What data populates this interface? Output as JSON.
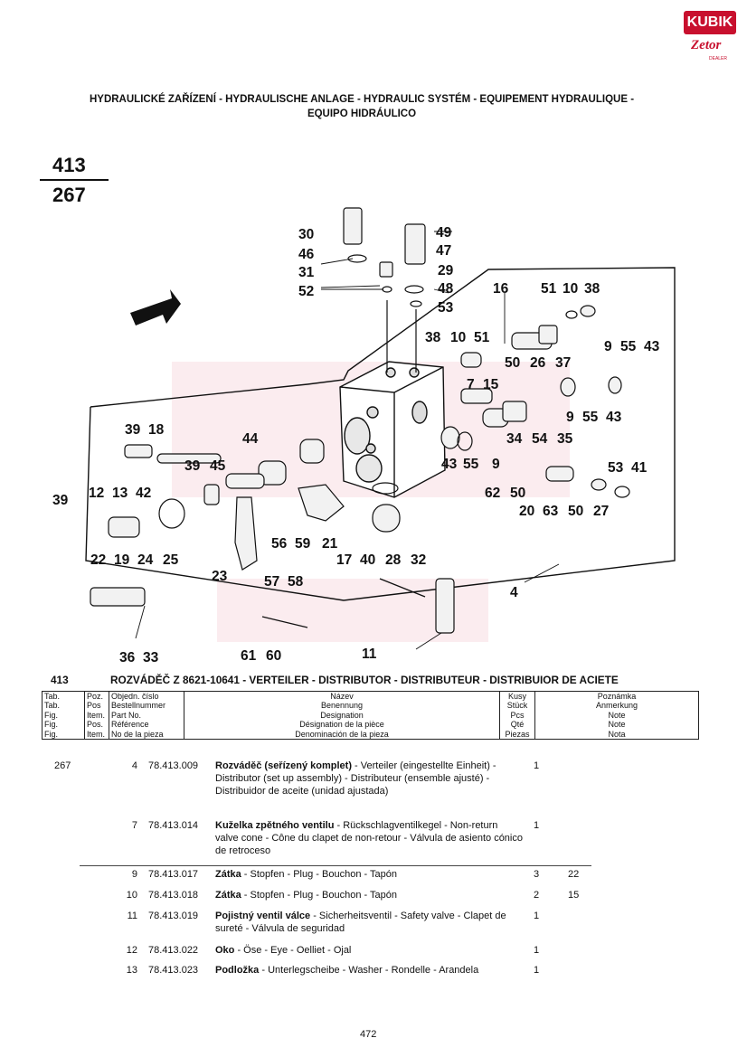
{
  "header": {
    "line1": "HYDRAULICKÉ ZAŘÍZENÍ - HYDRAULISCHE ANLAGE - HYDRAULIC SYSTÉM - EQUIPEMENT HYDRAULIQUE -",
    "line2": "EQUIPO HIDRÁULICO"
  },
  "logo": {
    "brand": "KUBIK",
    "zetor": "Zetor",
    "dealer": "DEALER"
  },
  "figure": {
    "group": "413",
    "table": "267"
  },
  "callouts": [
    "30",
    "49",
    "46",
    "47",
    "31",
    "29",
    "52",
    "48",
    "53",
    "16",
    "51",
    "10",
    "38",
    "38",
    "10",
    "51",
    "7",
    "50",
    "26",
    "37",
    "15",
    "9",
    "55",
    "43",
    "9",
    "55",
    "43",
    "39",
    "18",
    "44",
    "39",
    "45",
    "34",
    "54",
    "35",
    "43",
    "55",
    "9",
    "12",
    "13",
    "42",
    "62",
    "50",
    "53",
    "41",
    "39",
    "20",
    "63",
    "50",
    "27",
    "22",
    "19",
    "24",
    "25",
    "56",
    "59",
    "21",
    "17",
    "40",
    "28",
    "32",
    "23",
    "57",
    "58",
    "4",
    "36",
    "33",
    "61",
    "60",
    "11"
  ],
  "section": {
    "number": "413",
    "title": "ROZVÁDĚČ Z 8621-10641 - VERTEILER - DISTRIBUTOR - DISTRIBUTEUR - DISTRIBUIOR DE ACIETE"
  },
  "table_header": {
    "tab": [
      "Tab.",
      "Tab.",
      "Fig.",
      "Fig.",
      "Fig."
    ],
    "pos": [
      "Poz.",
      "Pos",
      "Item.",
      "Pos.",
      "Item."
    ],
    "part": [
      "Objedn. číslo",
      "Bestellnummer",
      "Part No.",
      "Référence",
      "No de la pieza"
    ],
    "name": [
      "Název",
      "Benennung",
      "Designation",
      "Désignation de la pièce",
      "Denominación de la pieza"
    ],
    "qty": [
      "Kusy",
      "Stück",
      "Pcs",
      "Qté",
      "Piezas"
    ],
    "note": [
      "Poznámka",
      "Anmerkung",
      "Note",
      "Note",
      "Nota"
    ]
  },
  "rows": [
    {
      "tab": "267",
      "pos": "4",
      "part": "78.413.009",
      "name_bold": "Rozváděč (seřízený komplet)",
      "name_rest": " - Verteiler (eingestellte Einheit) - Distributor (set up assembly) - Distributeur (ensemble ajusté) - Distribuidor de aceite (unidad ajustada)",
      "qty": "1",
      "note": ""
    },
    {
      "tab": "",
      "pos": "7",
      "part": "78.413.014",
      "name_bold": "Kuželka zpětného ventilu",
      "name_rest": "  - Rückschlagventilkegel - Non-return valve cone - Cône du clapet de non-retour - Válvula de asiento cónico de retroceso",
      "qty": "1",
      "note": ""
    },
    {
      "tab": "",
      "pos": "9",
      "part": "78.413.017",
      "name_bold": "Zátka",
      "name_rest": " - Stopfen - Plug - Bouchon - Tapón",
      "qty": "3",
      "note": "22"
    },
    {
      "tab": "",
      "pos": "10",
      "part": "78.413.018",
      "name_bold": "Zátka",
      "name_rest": " - Stopfen - Plug - Bouchon - Tapón",
      "qty": "2",
      "note": "15"
    },
    {
      "tab": "",
      "pos": "11",
      "part": "78.413.019",
      "name_bold": "Pojistný ventil válce",
      "name_rest": " - Sicherheitsventil - Safety valve - Clapet de sureté - Válvula de seguridad",
      "qty": "1",
      "note": ""
    },
    {
      "tab": "",
      "pos": "12",
      "part": "78.413.022",
      "name_bold": "Oko",
      "name_rest": " - Öse - Eye - Oelliet - Ojal",
      "qty": "1",
      "note": ""
    },
    {
      "tab": "",
      "pos": "13",
      "part": "78.413.023",
      "name_bold": "Podložka",
      "name_rest": "  - Unterlegscheibe - Washer - Rondelle - Arandela",
      "qty": "1",
      "note": ""
    }
  ],
  "page_number": "472"
}
